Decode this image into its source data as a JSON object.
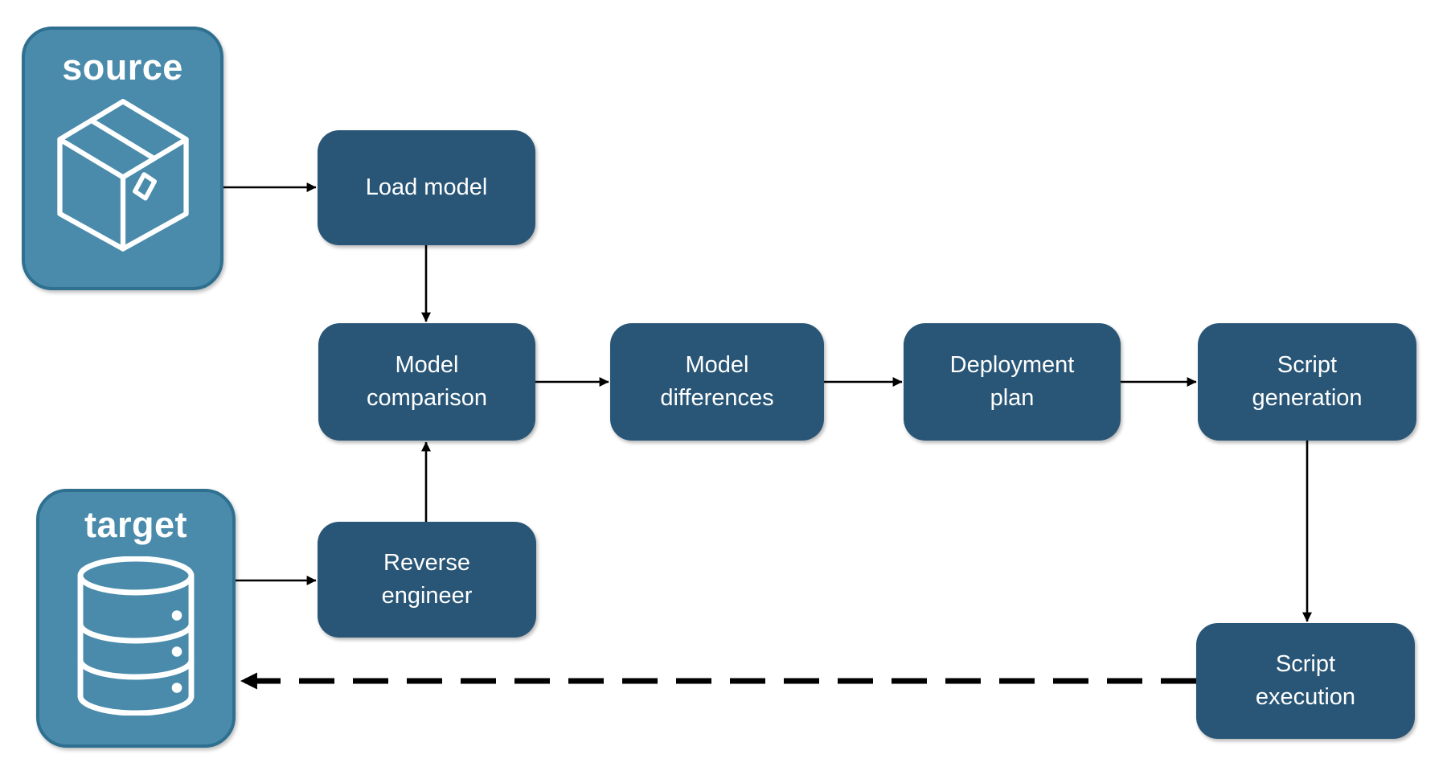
{
  "diagram": {
    "type": "flowchart",
    "endpoints": {
      "source": {
        "label": "source",
        "icon": "package-icon"
      },
      "target": {
        "label": "target",
        "icon": "database-icon"
      }
    },
    "nodes": {
      "load_model": {
        "label": "Load model"
      },
      "model_comparison": {
        "label": "Model comparison"
      },
      "model_differences": {
        "label": "Model differences"
      },
      "deployment_plan": {
        "label": "Deployment plan"
      },
      "script_generation": {
        "label": "Script generation"
      },
      "reverse_engineer": {
        "label": "Reverse engineer"
      },
      "script_execution": {
        "label": "Script execution"
      }
    },
    "edges": [
      {
        "from": "source",
        "to": "load_model",
        "style": "solid"
      },
      {
        "from": "load_model",
        "to": "model_comparison",
        "style": "solid"
      },
      {
        "from": "model_comparison",
        "to": "model_differences",
        "style": "solid"
      },
      {
        "from": "model_differences",
        "to": "deployment_plan",
        "style": "solid"
      },
      {
        "from": "deployment_plan",
        "to": "script_generation",
        "style": "solid"
      },
      {
        "from": "script_generation",
        "to": "script_execution",
        "style": "solid"
      },
      {
        "from": "target",
        "to": "reverse_engineer",
        "style": "solid"
      },
      {
        "from": "reverse_engineer",
        "to": "model_comparison",
        "style": "solid"
      },
      {
        "from": "script_execution",
        "to": "target",
        "style": "dashed"
      }
    ],
    "colors": {
      "node_fill": "#295676",
      "endpoint_fill": "#4A8BAB",
      "endpoint_border": "#2F7090",
      "label_text": "#FFFFFF",
      "arrow": "#000000",
      "background": "#FFFFFF"
    }
  }
}
